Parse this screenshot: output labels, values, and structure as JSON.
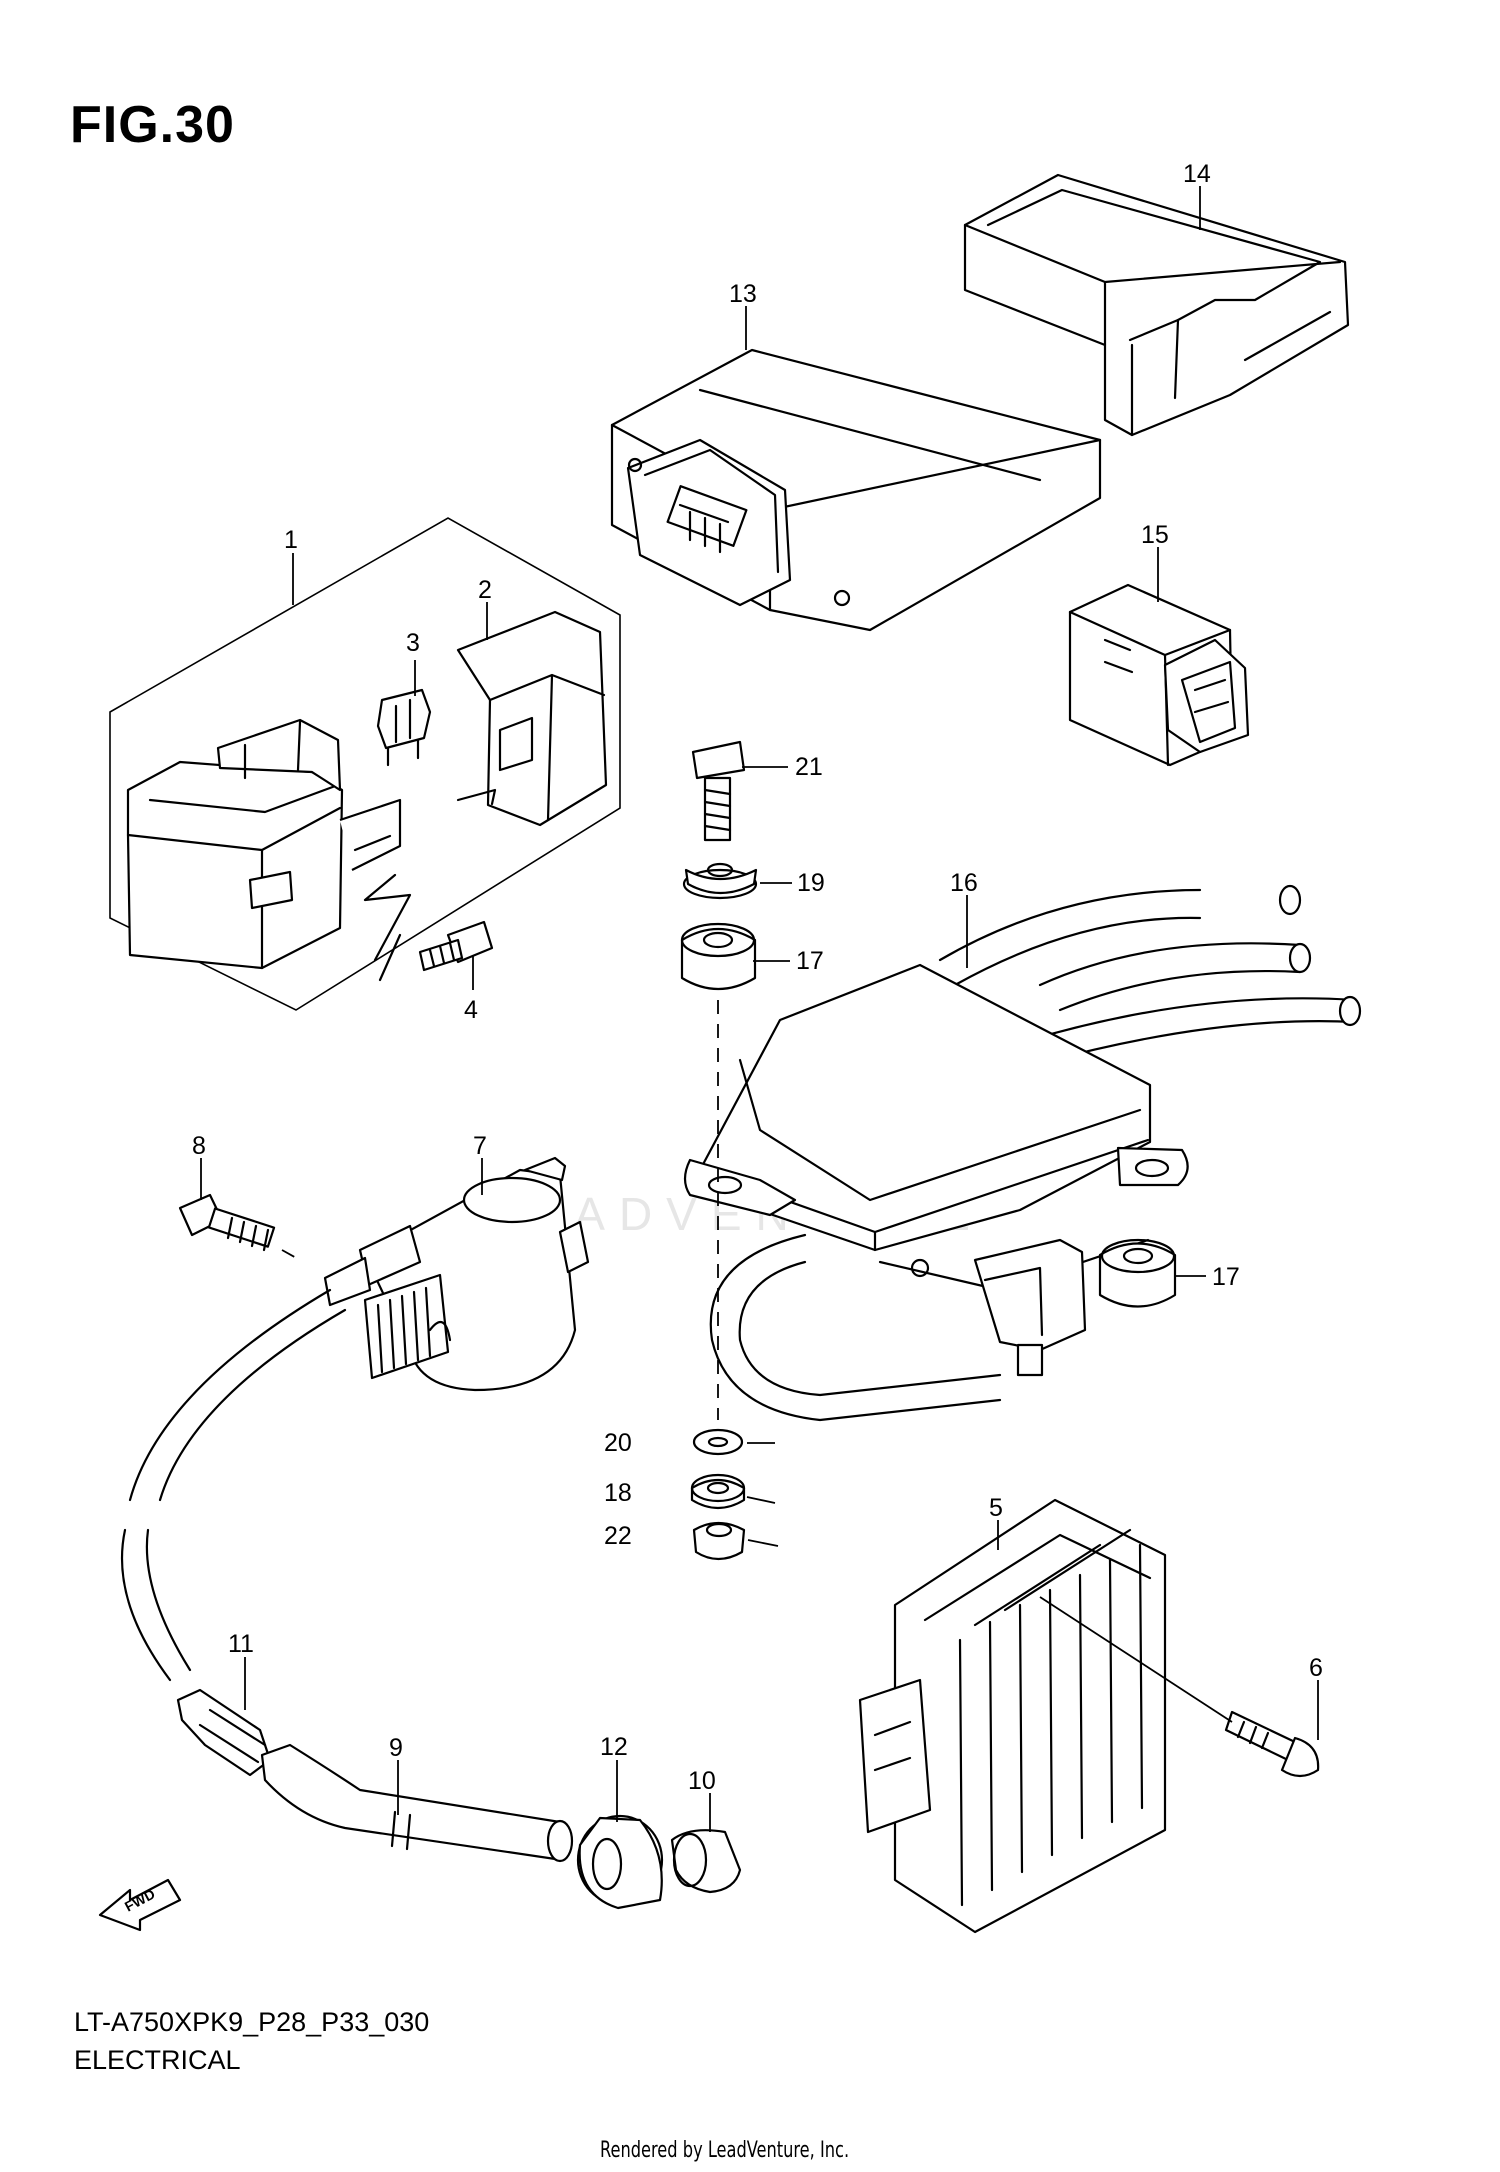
{
  "figure": {
    "title": "FIG.30",
    "model_code": "LT-A750XPK9_P28_P33_030",
    "section_name": "ELECTRICAL",
    "credit": "Rendered by LeadVenture, Inc.",
    "watermark": "LEADVENTURE",
    "direction_label": "FWD"
  },
  "callouts": [
    "1",
    "2",
    "3",
    "4",
    "5",
    "6",
    "7",
    "8",
    "9",
    "10",
    "11",
    "12",
    "13",
    "14",
    "15",
    "16",
    "17",
    "17",
    "18",
    "19",
    "20",
    "21",
    "22"
  ],
  "parts": [
    {
      "ref": "1",
      "kind": "starter relay assembly"
    },
    {
      "ref": "2",
      "kind": "relay cover"
    },
    {
      "ref": "3",
      "kind": "fuse"
    },
    {
      "ref": "4",
      "kind": "bolt"
    },
    {
      "ref": "5",
      "kind": "regulator/rectifier"
    },
    {
      "ref": "6",
      "kind": "bolt"
    },
    {
      "ref": "7",
      "kind": "ignition coil"
    },
    {
      "ref": "8",
      "kind": "bolt"
    },
    {
      "ref": "9",
      "kind": "plug cap"
    },
    {
      "ref": "10",
      "kind": "seal"
    },
    {
      "ref": "11",
      "kind": "cap"
    },
    {
      "ref": "12",
      "kind": "seal"
    },
    {
      "ref": "13",
      "kind": "ECM"
    },
    {
      "ref": "14",
      "kind": "ECM cover"
    },
    {
      "ref": "15",
      "kind": "connector"
    },
    {
      "ref": "16",
      "kind": "module"
    },
    {
      "ref": "17",
      "kind": "cushion"
    },
    {
      "ref": "18",
      "kind": "washer"
    },
    {
      "ref": "19",
      "kind": "collar"
    },
    {
      "ref": "20",
      "kind": "washer"
    },
    {
      "ref": "21",
      "kind": "bolt"
    },
    {
      "ref": "22",
      "kind": "nut"
    }
  ]
}
